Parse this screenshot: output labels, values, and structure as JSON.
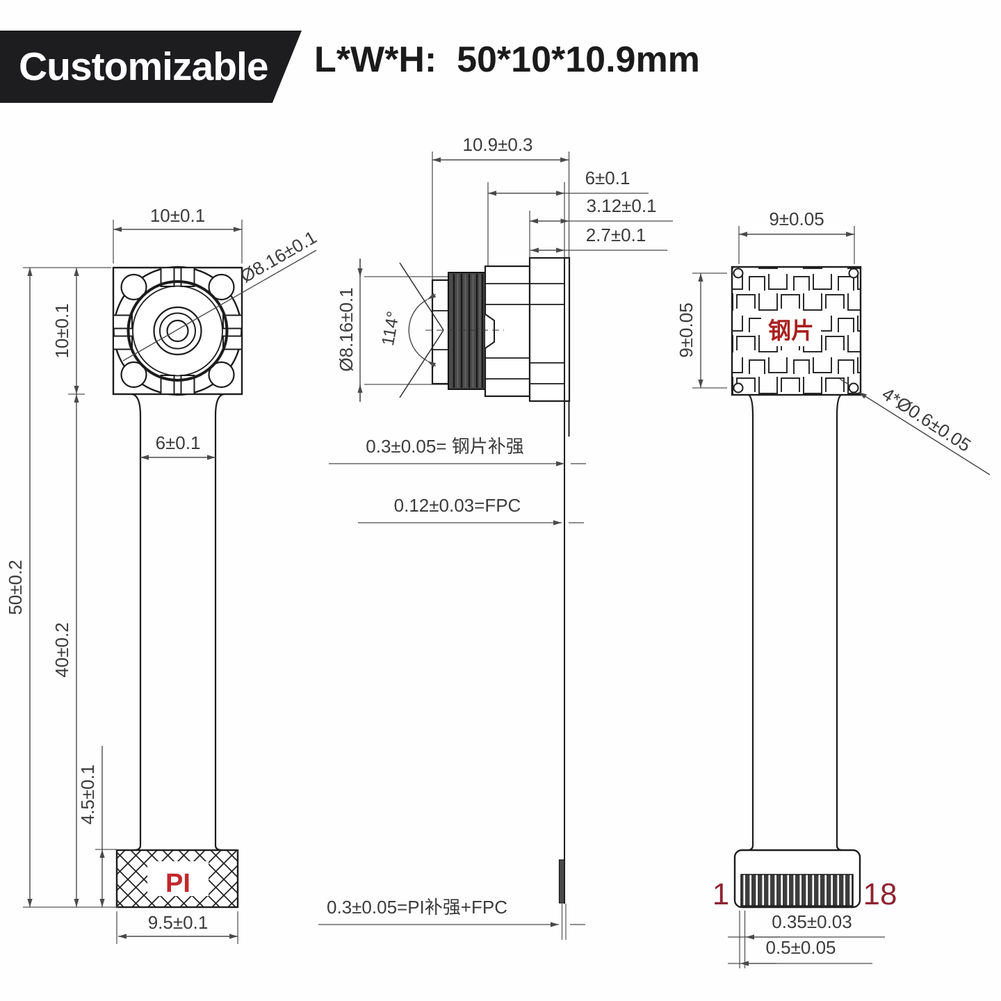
{
  "header": {
    "badge": "Customizable",
    "size_label": "L*W*H:  50*10*10.9mm"
  },
  "front_view": {
    "head_width": "10±0.1",
    "lens_diameter": "Ø8.16±0.1",
    "head_height": "10±0.1",
    "overall_length": "50±0.2",
    "fpc_length": "40±0.2",
    "fpc_width": "6±0.1",
    "stiffener_height": "4.5±0.1",
    "stiffener_label": "PI",
    "connector_width": "9.5±0.1"
  },
  "side_view": {
    "overall_depth": "10.9±0.3",
    "module_depth": "6±0.1",
    "sensor_depth": "3.12±0.1",
    "board_depth": "2.7±0.1",
    "lens_diameter": "Ø8.16±0.1",
    "fov_angle": "114°",
    "steel_note": "0.3±0.05= 钢片补强",
    "fpc_note": "0.12±0.03=FPC",
    "pi_note": "0.3±0.05=PI补强+FPC"
  },
  "back_view": {
    "sheet_width": "9±0.05",
    "sheet_height": "9±0.05",
    "steel_label": "钢片",
    "holes_note": "4*Ø0.6±0.05",
    "pin_first": "1",
    "pin_last": "18",
    "pin_width": "0.35±0.03",
    "pin_pitch": "0.5±0.05"
  },
  "colors": {
    "outline": "#1c1c1c",
    "dimension": "#4a4a4a",
    "pi_red": "#c1272d",
    "steel_red": "#a8201f",
    "pin_red": "#8e2433",
    "barrel_gray": "#4b4b4b",
    "banner_black": "#1d1d1f"
  }
}
